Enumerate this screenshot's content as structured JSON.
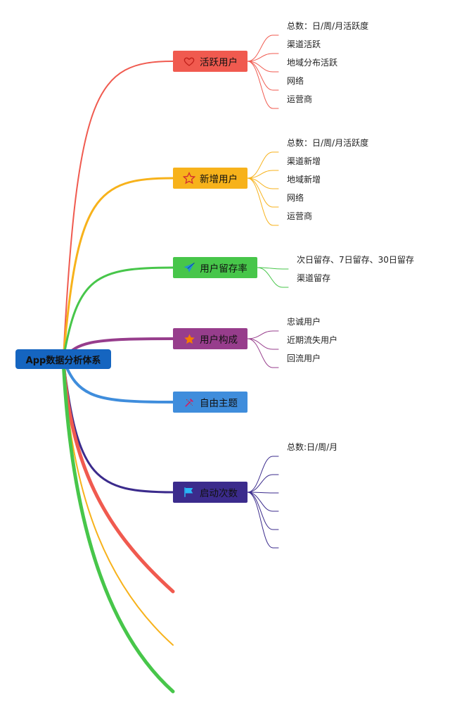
{
  "root": {
    "label": "App数据分析体系"
  },
  "branches": [
    {
      "label": "活跃用户",
      "icon": "heart-icon",
      "color": "#f05a4f",
      "leaves": [
        "总数：日/周/月活跃度",
        "渠道活跃",
        "地域分布活跃",
        "网络",
        "运营商"
      ]
    },
    {
      "label": "新增用户",
      "icon": "star-icon",
      "color": "#f7b21b",
      "leaves": [
        "总数：日/周/月活跃度",
        "渠道新增",
        "地域新增",
        "网络",
        "运营商"
      ]
    },
    {
      "label": "用户留存率",
      "icon": "paper-plane-icon",
      "color": "#47c64a",
      "leaves": [
        "次日留存、7日留存、30日留存",
        "渠道留存"
      ]
    },
    {
      "label": "用户构成",
      "icon": "filled-star-icon",
      "color": "#973d8c",
      "leaves": [
        "忠诚用户",
        "近期流失用户",
        "回流用户"
      ]
    },
    {
      "label": "自由主题",
      "icon": "tools-icon",
      "color": "#3f8ddc",
      "leaves": []
    },
    {
      "label": "启动次数",
      "icon": "flag-icon",
      "color": "#3b2b8c",
      "leaves": [
        "总数:日/周/月",
        "",
        "",
        "",
        "",
        ""
      ]
    }
  ],
  "extra_branches": [
    {
      "color": "#f05a4f"
    },
    {
      "color": "#f7b21b"
    },
    {
      "color": "#47c64a"
    }
  ]
}
